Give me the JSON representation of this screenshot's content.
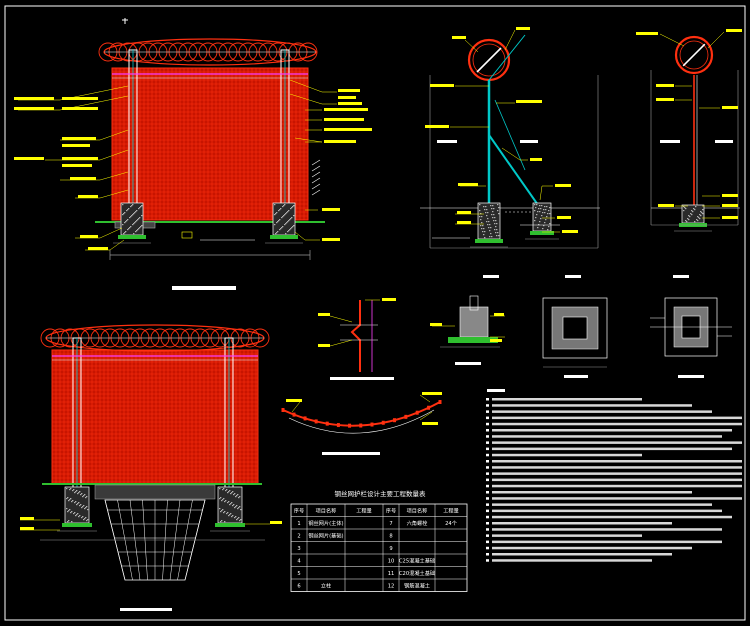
{
  "colors": {
    "background": "#000000",
    "frame": "#ffffff",
    "mesh": "#c81400",
    "wire": "#ff3010",
    "post": "#ffffff",
    "brace": "#00c8c8",
    "concrete": "#b0b0b0",
    "ground": "#2fbf2f",
    "leader": "#ffff00",
    "dimension": "#9a9a9a",
    "table_line": "#ffffff"
  },
  "icons": [
    "razor-wire-coil-icon",
    "mesh-panel-icon",
    "foundation-block-icon"
  ],
  "table": {
    "title": "钢丝网护栏设计主要工程数量表",
    "headers": [
      "序号",
      "项目名称",
      "工程量",
      "序号",
      "项目名称",
      "工程量"
    ],
    "rows": [
      [
        "1",
        "钢丝网片(主体)",
        "",
        "7",
        "六角螺栓",
        "24个"
      ],
      [
        "2",
        "钢丝网片(基础)",
        "",
        "8",
        "",
        ""
      ],
      [
        "3",
        "",
        "",
        "9",
        "",
        ""
      ],
      [
        "4",
        "",
        "",
        "10",
        "C25混凝土基础",
        ""
      ],
      [
        "5",
        "",
        "",
        "11",
        "C20混凝土基础",
        ""
      ],
      [
        "6",
        "立柱",
        "",
        "12",
        "钢筋混凝土",
        ""
      ]
    ]
  }
}
